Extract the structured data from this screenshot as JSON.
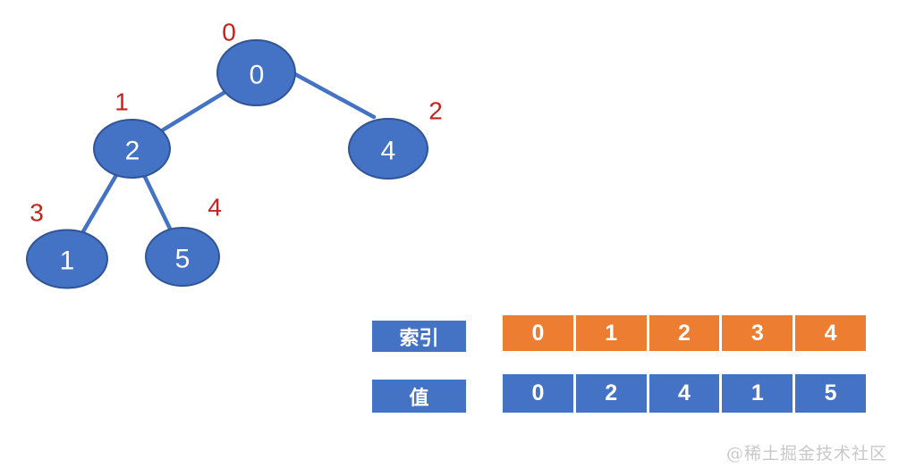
{
  "colors": {
    "node_fill": "#4472C4",
    "node_border": "#2F5597",
    "edge_blue": "#4472C4",
    "index_row_orange": "#ED7D31",
    "value_row_blue": "#4472C4",
    "index_label_red": "#C5231D",
    "cell_text_white": "#FFFFFF",
    "watermark_gray": "#C8C8C8",
    "background": "#FFFFFF"
  },
  "tree": {
    "nodes": [
      {
        "value": "0",
        "index": "0"
      },
      {
        "value": "2",
        "index": "1"
      },
      {
        "value": "4",
        "index": "2"
      },
      {
        "value": "1",
        "index": "3"
      },
      {
        "value": "5",
        "index": "4"
      }
    ],
    "edges": [
      {
        "from": "0",
        "to": "2"
      },
      {
        "from": "0",
        "to": "4"
      },
      {
        "from": "2",
        "to": "1"
      },
      {
        "from": "2",
        "to": "5"
      }
    ]
  },
  "table": {
    "index_row": {
      "label": "索引",
      "cells": [
        "0",
        "1",
        "2",
        "3",
        "4"
      ]
    },
    "value_row": {
      "label": "值",
      "cells": [
        "0",
        "2",
        "4",
        "1",
        "5"
      ]
    }
  },
  "watermark": "@稀土掘金技术社区"
}
